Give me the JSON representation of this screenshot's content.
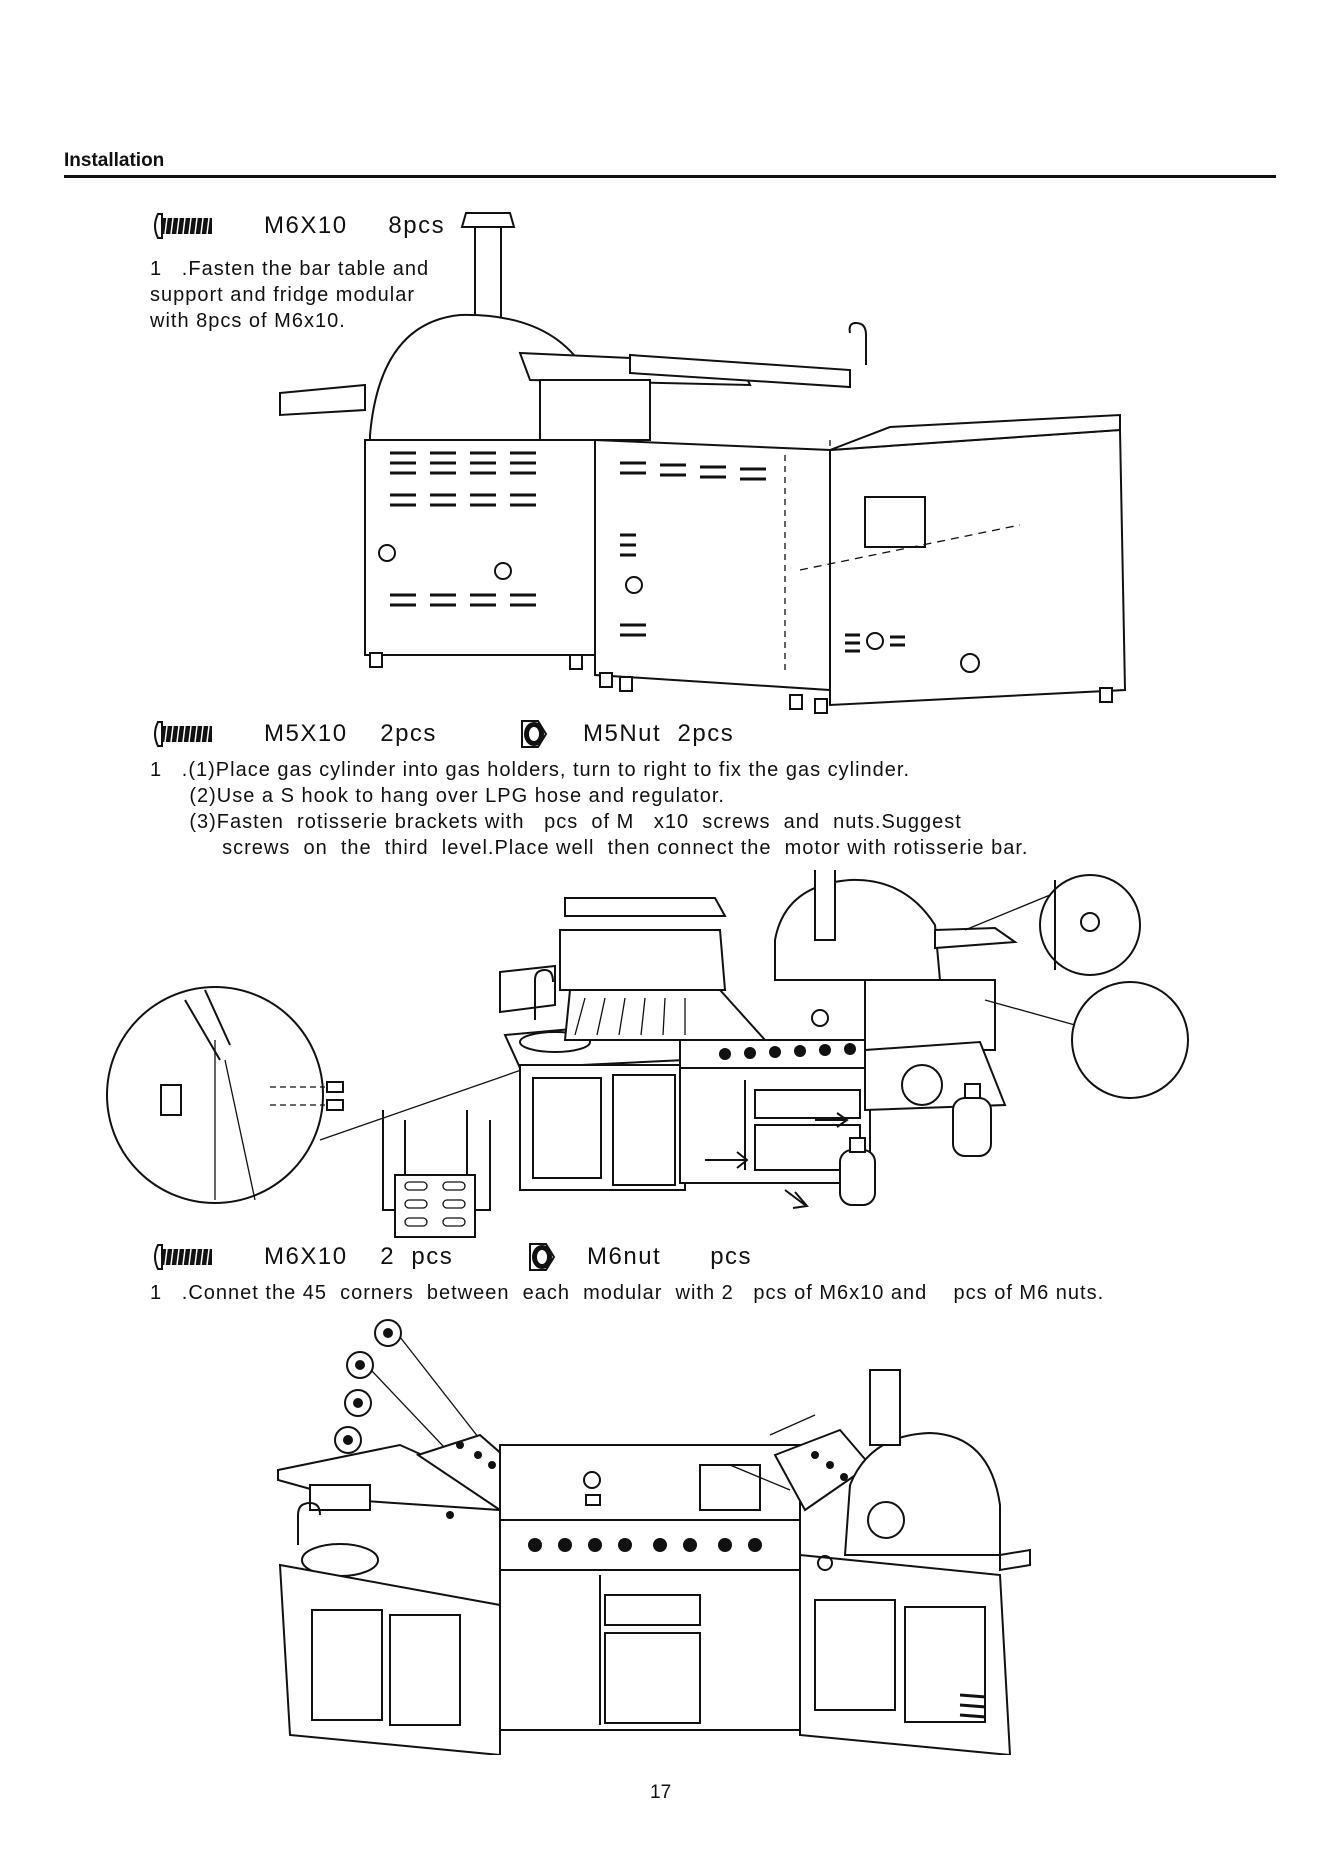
{
  "header": {
    "title": "Installation"
  },
  "section1": {
    "part": "M6X10     8pcs",
    "step_lines": [
      "1   .Fasten the bar table and",
      "support and fridge modular",
      "with 8pcs of M6x10."
    ]
  },
  "section2": {
    "part_screw": "M5X10    2pcs",
    "part_nut": "M5Nut  2pcs",
    "step_lines": [
      "1   .(1)Place gas cylinder into gas holders, turn to right to fix the gas cylinder.",
      "      (2)Use a S hook to hang over LPG hose and regulator.",
      "      (3)Fasten  rotisserie brackets with   pcs  of M   x10  screws  and  nuts.Suggest",
      "           screws  on  the  third  level.Place well  then connect the  motor with rotisserie bar."
    ]
  },
  "section3": {
    "part_screw": "M6X10    2  pcs",
    "part_nut": "M6nut      pcs",
    "step_line": "1   .Connet the 45  corners  between  each  modular  with 2   pcs of M6x10 and    pcs of M6 nuts."
  },
  "footer": {
    "page_number": "17"
  },
  "icons": {
    "screw": "screw-icon",
    "nut": "nut-icon"
  }
}
